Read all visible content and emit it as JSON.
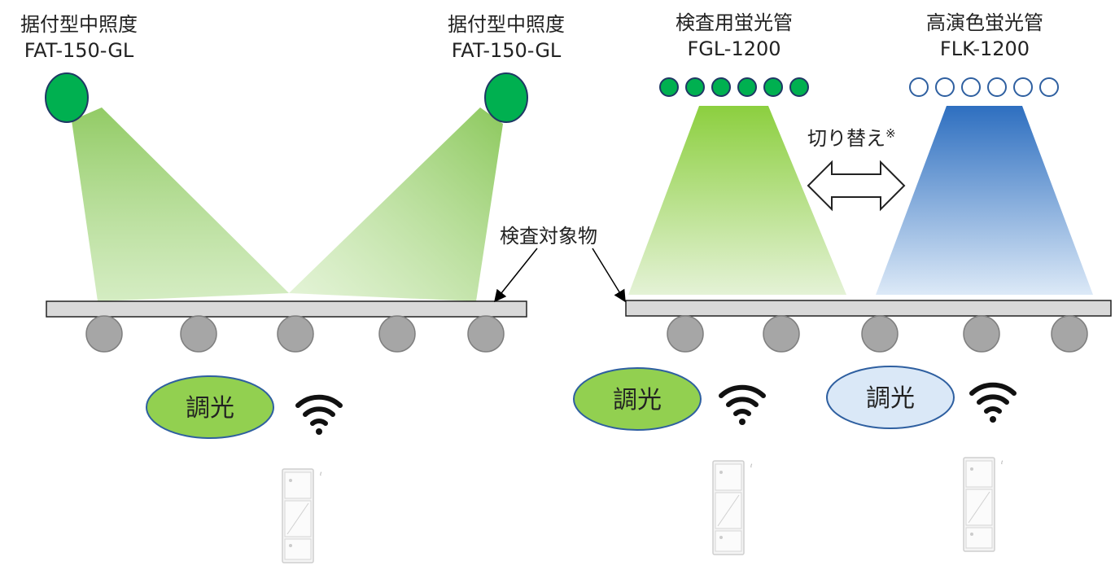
{
  "fixtures": {
    "left_lamp_1": {
      "name": "据付型中照度",
      "model": "FAT-150-GL"
    },
    "left_lamp_2": {
      "name": "据付型中照度",
      "model": "FAT-150-GL"
    },
    "tube_1": {
      "name": "検査用蛍光管",
      "model": "FGL-1200"
    },
    "tube_2": {
      "name": "高演色蛍光管",
      "model": "FLK-1200"
    }
  },
  "switch_label": "切り替え",
  "switch_note_mark": "※",
  "target_label": "検査対象物",
  "dimming": {
    "left": "調光",
    "right_green": "調光",
    "right_blue": "調光"
  },
  "colors": {
    "lamp_green": "#00b050",
    "beam_green": "#8ccf4d",
    "beam_blue": "#2e6fc0",
    "pill_green": "#92d050",
    "pill_blue": "#dae8f7",
    "roller_gray": "#a6a6a6",
    "conveyor_gray": "#d9d9d9"
  },
  "icons": [
    "wifi-icon",
    "wall-dimmer-switch-icon",
    "double-arrow-icon",
    "callout-arrow-icon"
  ]
}
